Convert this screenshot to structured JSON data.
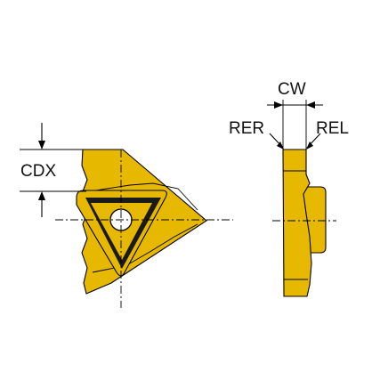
{
  "labels": {
    "cdx": "CDX",
    "cw": "CW",
    "rer": "RER",
    "rel": "REL"
  },
  "colors": {
    "insert_fill": "#E7B800",
    "outline": "#000000",
    "background": "#FFFFFF"
  }
}
